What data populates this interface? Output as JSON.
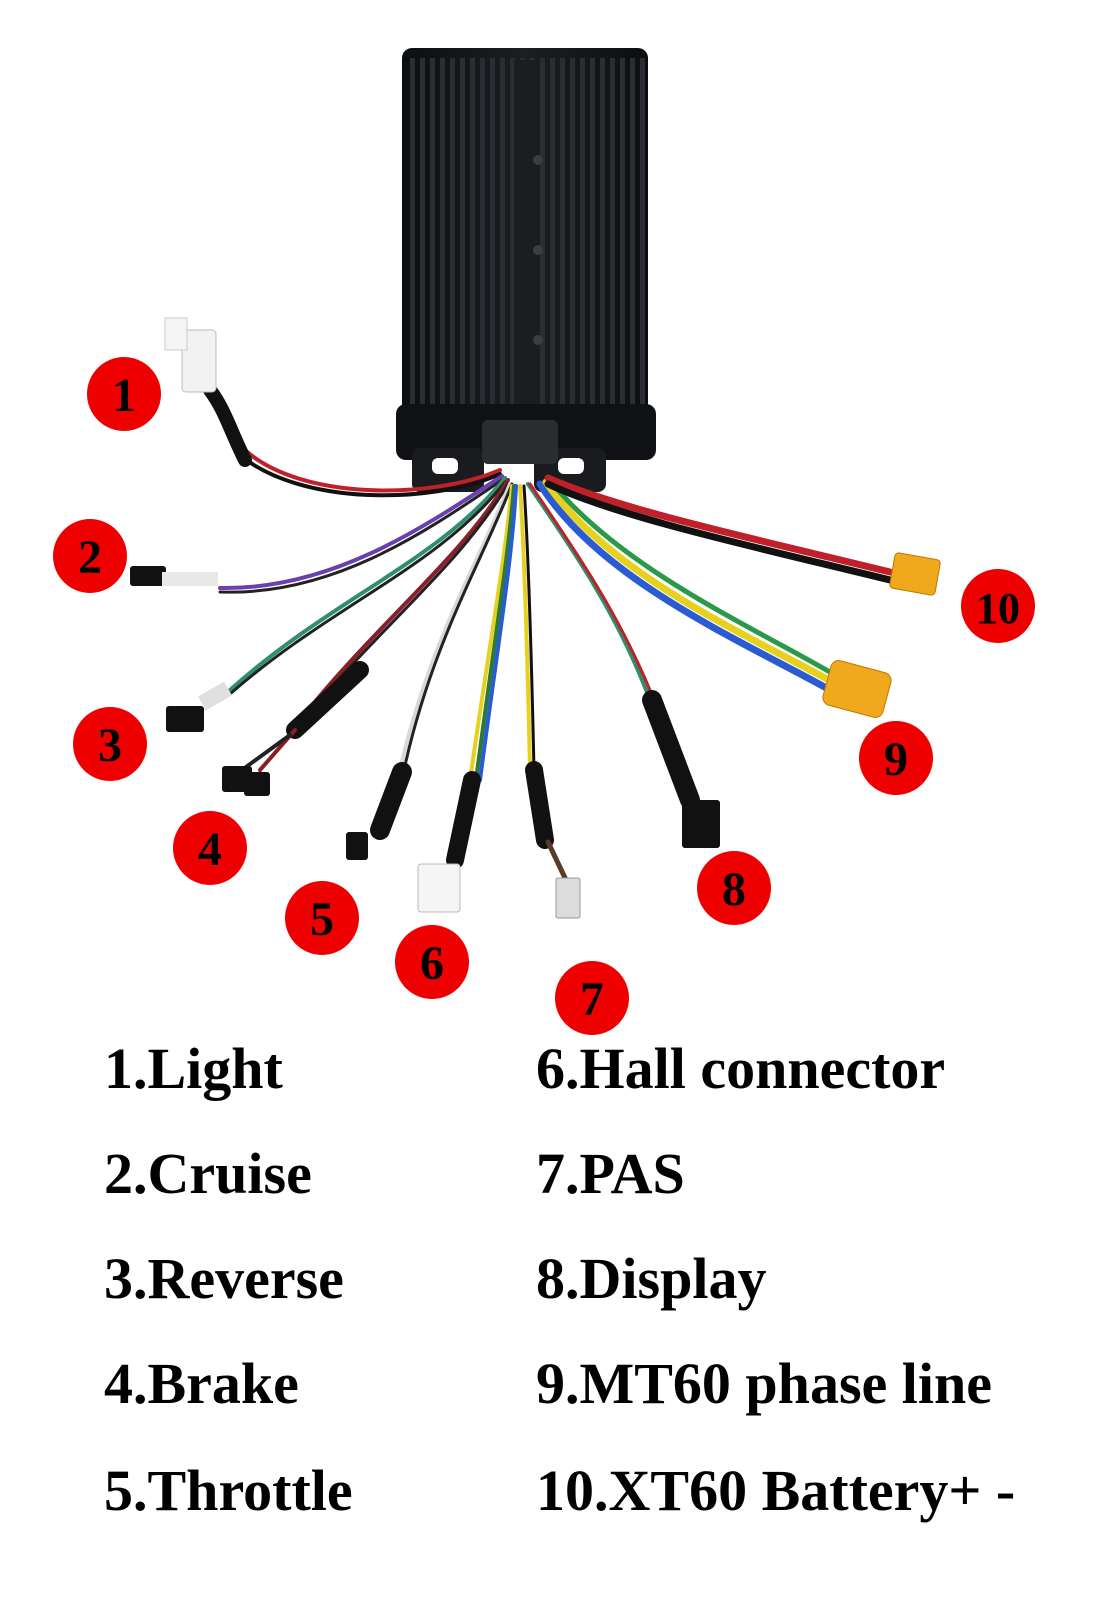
{
  "colors": {
    "badge": "#ee0000",
    "controller_body": "#15171a",
    "fin_dark": "#0b0c0e",
    "fin_light": "#2a2d32"
  },
  "badges": [
    "1",
    "2",
    "3",
    "4",
    "5",
    "6",
    "7",
    "8",
    "9",
    "10"
  ],
  "legend": {
    "left": [
      "1.Light",
      "2.Cruise",
      "3.Reverse",
      "4.Brake",
      "5.Throttle"
    ],
    "right": [
      "6.Hall connector",
      "7.PAS",
      "8.Display",
      "9.MT60 phase line",
      "10.XT60 Battery+ -"
    ]
  }
}
